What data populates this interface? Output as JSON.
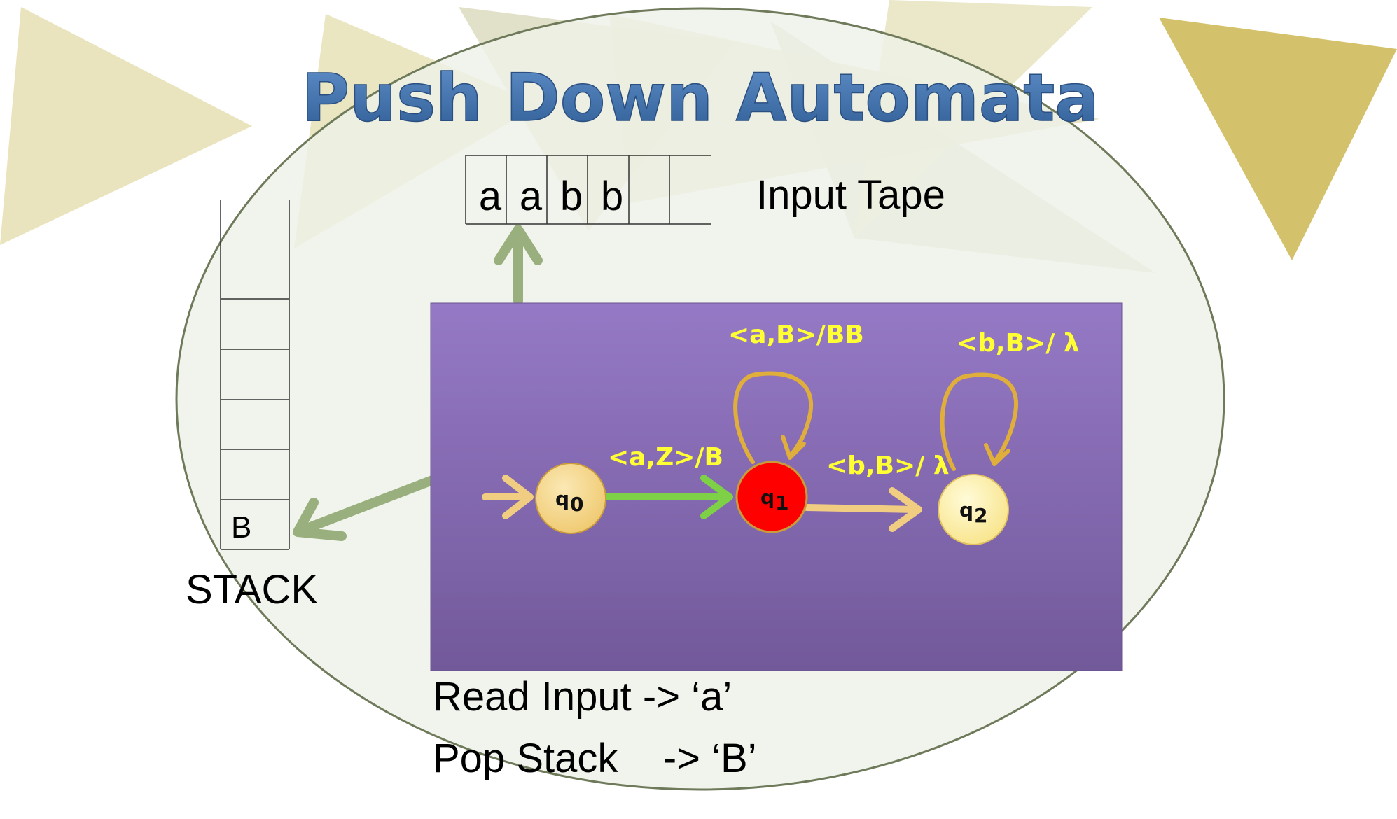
{
  "title": "Push Down Automata",
  "tape": {
    "label": "Input Tape",
    "cells": [
      "a",
      "a",
      "b",
      "b",
      "",
      ""
    ]
  },
  "stack": {
    "label": "STACK",
    "cells": [
      "",
      "",
      "",
      "",
      "B"
    ]
  },
  "automaton": {
    "states": [
      {
        "name": "q",
        "sub": "0",
        "fill": "#f3d68f"
      },
      {
        "name": "q",
        "sub": "1",
        "fill": "#ff0000"
      },
      {
        "name": "q",
        "sub": "2",
        "fill": "#fdf0a0"
      }
    ],
    "transitions": {
      "q0_q1": "<a,Z>/B",
      "q1_q1": "<a,B>/BB",
      "q1_q2": "<b,B>/ λ",
      "q2_q2": "<b,B>/ λ"
    }
  },
  "status": {
    "line1": "Read Input -> ‘a’",
    "line2": "Pop Stack    -> ‘B’"
  },
  "colors": {
    "panel_top": "#9579c6",
    "panel_bottom": "#72599a",
    "active_arrow": "#7ed047",
    "loop_arrow": "#e0ae3a",
    "pointer_arrow": "#99b07e",
    "label_yellow": "#ffff33",
    "title_blue": "#3f6fa6"
  }
}
